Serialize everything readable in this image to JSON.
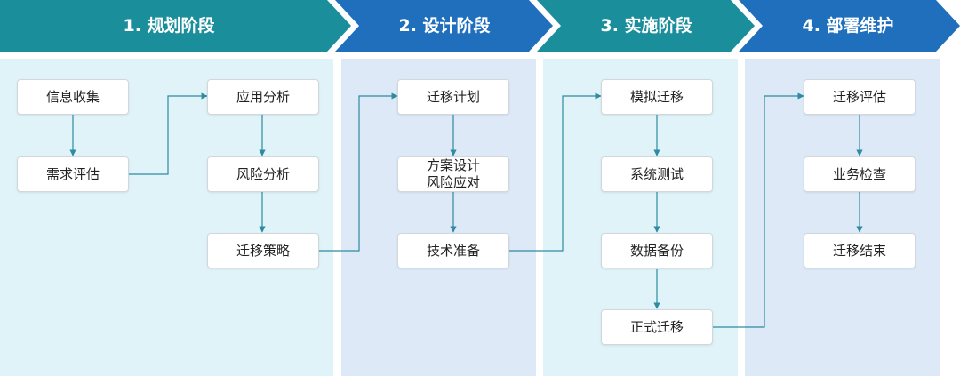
{
  "colors": {
    "header_teal": "#1b8e9c",
    "header_blue": "#1f6fbd",
    "panel_teal": "#dff3f8",
    "panel_blue": "#dde9f7",
    "connector": "#2d8ca0"
  },
  "phases": [
    {
      "title": "1. 规划阶段"
    },
    {
      "title": "2. 设计阶段"
    },
    {
      "title": "3. 实施阶段"
    },
    {
      "title": "4. 部署维护"
    }
  ],
  "steps": {
    "info_collection": "信息收集",
    "requirement_eval": "需求评估",
    "application_analysis": "应用分析",
    "risk_analysis": "风险分析",
    "migration_strategy": "迁移策略",
    "migration_plan": "迁移计划",
    "solution_design": "方案设计",
    "risk_response": "风险应对",
    "tech_prep": "技术准备",
    "simulated_migration": "模拟迁移",
    "system_test": "系统测试",
    "data_backup": "数据备份",
    "formal_migration": "正式迁移",
    "migration_eval": "迁移评估",
    "business_check": "业务检查",
    "migration_end": "迁移结束"
  }
}
